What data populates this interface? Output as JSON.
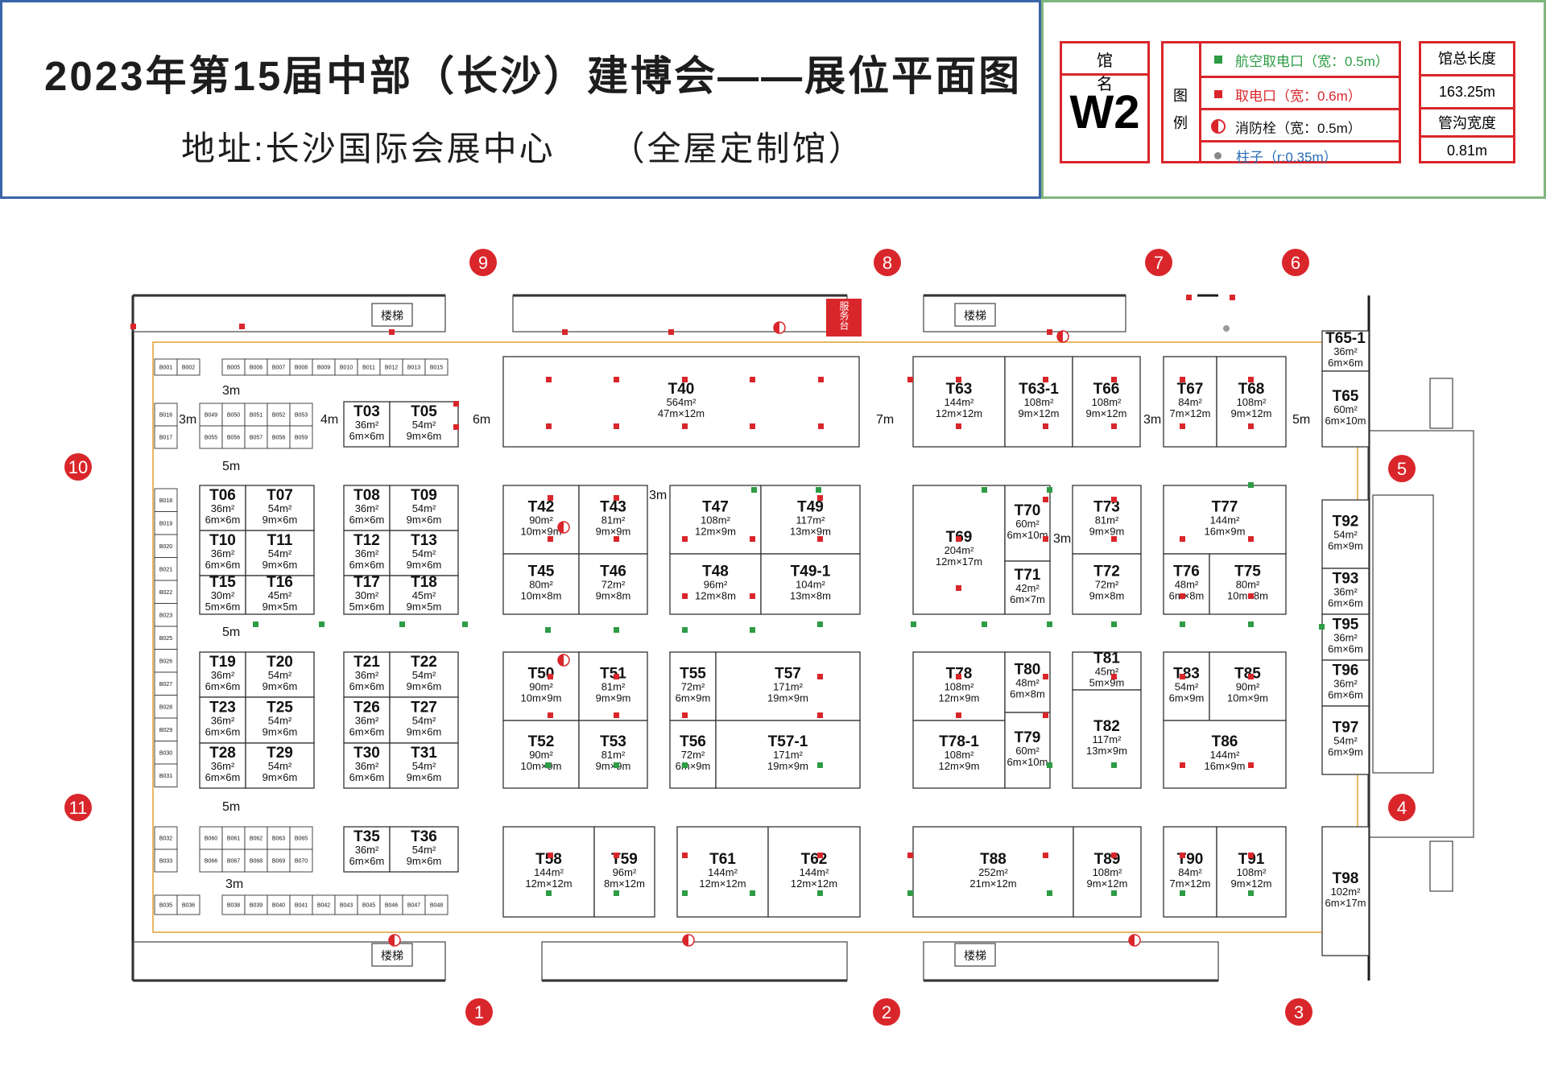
{
  "header": {
    "title": "2023年第15届中部（长沙）建博会——展位平面图",
    "subtitle": "地址:长沙国际会展中心　　（全屋定制馆）"
  },
  "hall": {
    "label": "馆名",
    "code": "W2"
  },
  "legend": {
    "title": "图例",
    "items": [
      {
        "label": "航空取电口（宽：0.5m）",
        "color": "#2e9b45",
        "text_color": "#2e9b45"
      },
      {
        "label": "取电口（宽：0.6m）",
        "color": "#d9262b",
        "text_color": "#d9262b"
      },
      {
        "label": "消防栓（宽：0.5m）",
        "color": "#d9262b",
        "text_color": "#111111"
      },
      {
        "label": "柱子（r:0.35m）",
        "color": "#888888",
        "text_color": "#2a6cb5"
      }
    ]
  },
  "stats": {
    "length_label": "馆总长度",
    "length_value": "163.25m",
    "trench_label": "管沟宽度",
    "trench_value": "0.81m"
  },
  "colors": {
    "accent_red": "#d9262b",
    "socket_green": "#2e9b45",
    "header_blue": "#3a64a8",
    "header_green": "#7fb67f",
    "aisle": "#e0a640"
  },
  "gates": [
    "1",
    "2",
    "3",
    "4",
    "5",
    "6",
    "7",
    "8",
    "9",
    "10",
    "11"
  ],
  "service_desk": "服务台",
  "stairs": "楼梯",
  "aisle_labels": [
    "3m",
    "3m",
    "4m",
    "6m",
    "7m",
    "3m",
    "5m",
    "5m",
    "5m",
    "5m",
    "3m",
    "3m",
    "3m"
  ],
  "booths": [
    {
      "code": "T40",
      "area": "564m²",
      "dim": "47m×12m"
    },
    {
      "code": "T03",
      "area": "36m²",
      "dim": "6m×6m"
    },
    {
      "code": "T05",
      "area": "54m²",
      "dim": "9m×6m"
    },
    {
      "code": "T63",
      "area": "144m²",
      "dim": "12m×12m"
    },
    {
      "code": "T63-1",
      "area": "108m²",
      "dim": "9m×12m"
    },
    {
      "code": "T66",
      "area": "108m²",
      "dim": "9m×12m"
    },
    {
      "code": "T67",
      "area": "84m²",
      "dim": "7m×12m"
    },
    {
      "code": "T68",
      "area": "108m²",
      "dim": "9m×12m"
    },
    {
      "code": "T65-1",
      "area": "36m²",
      "dim": "6m×6m"
    },
    {
      "code": "T65",
      "area": "60m²",
      "dim": "6m×10m"
    },
    {
      "code": "T06",
      "area": "36m²",
      "dim": "6m×6m"
    },
    {
      "code": "T07",
      "area": "54m²",
      "dim": "9m×6m"
    },
    {
      "code": "T10",
      "area": "36m²",
      "dim": "6m×6m"
    },
    {
      "code": "T11",
      "area": "54m²",
      "dim": "9m×6m"
    },
    {
      "code": "T15",
      "area": "30m²",
      "dim": "5m×6m"
    },
    {
      "code": "T16",
      "area": "45m²",
      "dim": "9m×5m"
    },
    {
      "code": "T08",
      "area": "36m²",
      "dim": "6m×6m"
    },
    {
      "code": "T09",
      "area": "54m²",
      "dim": "9m×6m"
    },
    {
      "code": "T12",
      "area": "36m²",
      "dim": "6m×6m"
    },
    {
      "code": "T13",
      "area": "54m²",
      "dim": "9m×6m"
    },
    {
      "code": "T17",
      "area": "30m²",
      "dim": "5m×6m"
    },
    {
      "code": "T18",
      "area": "45m²",
      "dim": "9m×5m"
    },
    {
      "code": "T42",
      "area": "90m²",
      "dim": "10m×9m"
    },
    {
      "code": "T43",
      "area": "81m²",
      "dim": "9m×9m"
    },
    {
      "code": "T45",
      "area": "80m²",
      "dim": "10m×8m"
    },
    {
      "code": "T46",
      "area": "72m²",
      "dim": "9m×8m"
    },
    {
      "code": "T47",
      "area": "108m²",
      "dim": "12m×9m"
    },
    {
      "code": "T49",
      "area": "117m²",
      "dim": "13m×9m"
    },
    {
      "code": "T48",
      "area": "96m²",
      "dim": "12m×8m"
    },
    {
      "code": "T49-1",
      "area": "104m²",
      "dim": "13m×8m"
    },
    {
      "code": "T69",
      "area": "204m²",
      "dim": "12m×17m"
    },
    {
      "code": "T70",
      "area": "60m²",
      "dim": "6m×10m"
    },
    {
      "code": "T71",
      "area": "42m²",
      "dim": "6m×7m"
    },
    {
      "code": "T73",
      "area": "81m²",
      "dim": "9m×9m"
    },
    {
      "code": "T72",
      "area": "72m²",
      "dim": "9m×8m"
    },
    {
      "code": "T77",
      "area": "144m²",
      "dim": "16m×9m"
    },
    {
      "code": "T76",
      "area": "48m²",
      "dim": "6m×8m"
    },
    {
      "code": "T75",
      "area": "80m²",
      "dim": "10m×8m"
    },
    {
      "code": "T92",
      "area": "54m²",
      "dim": "6m×9m"
    },
    {
      "code": "T93",
      "area": "36m²",
      "dim": "6m×6m"
    },
    {
      "code": "T95",
      "area": "36m²",
      "dim": "6m×6m"
    },
    {
      "code": "T96",
      "area": "36m²",
      "dim": "6m×6m"
    },
    {
      "code": "T97",
      "area": "54m²",
      "dim": "6m×9m"
    },
    {
      "code": "T19",
      "area": "36m²",
      "dim": "6m×6m"
    },
    {
      "code": "T20",
      "area": "54m²",
      "dim": "9m×6m"
    },
    {
      "code": "T23",
      "area": "36m²",
      "dim": "6m×6m"
    },
    {
      "code": "T25",
      "area": "54m²",
      "dim": "9m×6m"
    },
    {
      "code": "T28",
      "area": "36m²",
      "dim": "6m×6m"
    },
    {
      "code": "T29",
      "area": "54m²",
      "dim": "9m×6m"
    },
    {
      "code": "T21",
      "area": "36m²",
      "dim": "6m×6m"
    },
    {
      "code": "T22",
      "area": "54m²",
      "dim": "9m×6m"
    },
    {
      "code": "T26",
      "area": "36m²",
      "dim": "6m×6m"
    },
    {
      "code": "T27",
      "area": "54m²",
      "dim": "9m×6m"
    },
    {
      "code": "T30",
      "area": "36m²",
      "dim": "6m×6m"
    },
    {
      "code": "T31",
      "area": "54m²",
      "dim": "9m×6m"
    },
    {
      "code": "T50",
      "area": "90m²",
      "dim": "10m×9m"
    },
    {
      "code": "T51",
      "area": "81m²",
      "dim": "9m×9m"
    },
    {
      "code": "T52",
      "area": "90m²",
      "dim": "10m×9m"
    },
    {
      "code": "T53",
      "area": "81m²",
      "dim": "9m×9m"
    },
    {
      "code": "T55",
      "area": "72m²",
      "dim": "6m×9m"
    },
    {
      "code": "T57",
      "area": "171m²",
      "dim": "19m×9m"
    },
    {
      "code": "T56",
      "area": "72m²",
      "dim": "6m×9m"
    },
    {
      "code": "T57-1",
      "area": "171m²",
      "dim": "19m×9m"
    },
    {
      "code": "T78",
      "area": "108m²",
      "dim": "12m×9m"
    },
    {
      "code": "T80",
      "area": "48m²",
      "dim": "6m×8m"
    },
    {
      "code": "T78-1",
      "area": "108m²",
      "dim": "12m×9m"
    },
    {
      "code": "T79",
      "area": "60m²",
      "dim": "6m×10m"
    },
    {
      "code": "T81",
      "area": "45m²",
      "dim": "5m×9m"
    },
    {
      "code": "T82",
      "area": "117m²",
      "dim": "13m×9m"
    },
    {
      "code": "T83",
      "area": "54m²",
      "dim": "6m×9m"
    },
    {
      "code": "T85",
      "area": "90m²",
      "dim": "10m×9m"
    },
    {
      "code": "T86",
      "area": "144m²",
      "dim": "16m×9m"
    },
    {
      "code": "T35",
      "area": "36m²",
      "dim": "6m×6m"
    },
    {
      "code": "T36",
      "area": "54m²",
      "dim": "9m×6m"
    },
    {
      "code": "T58",
      "area": "144m²",
      "dim": "12m×12m"
    },
    {
      "code": "T59",
      "area": "96m²",
      "dim": "8m×12m"
    },
    {
      "code": "T61",
      "area": "144m²",
      "dim": "12m×12m"
    },
    {
      "code": "T62",
      "area": "144m²",
      "dim": "12m×12m"
    },
    {
      "code": "T88",
      "area": "252m²",
      "dim": "21m×12m"
    },
    {
      "code": "T89",
      "area": "108m²",
      "dim": "9m×12m"
    },
    {
      "code": "T90",
      "area": "84m²",
      "dim": "7m×12m"
    },
    {
      "code": "T91",
      "area": "108m²",
      "dim": "9m×12m"
    },
    {
      "code": "T98",
      "area": "102m²",
      "dim": "6m×17m"
    }
  ],
  "small_booths": [
    "B001",
    "B002",
    "B005",
    "B006",
    "B007",
    "B008",
    "B009",
    "B010",
    "B011",
    "B012",
    "B013",
    "B015",
    "B016",
    "B017",
    "B018",
    "B019",
    "B020",
    "B021",
    "B022",
    "B023",
    "B025",
    "B026",
    "B027",
    "B028",
    "B029",
    "B030",
    "B031",
    "B032",
    "B033",
    "B035",
    "B036",
    "B038",
    "B039",
    "B040",
    "B041",
    "B042",
    "B043",
    "B045",
    "B046",
    "B047",
    "B048",
    "B049",
    "B050",
    "B051",
    "B052",
    "B053",
    "B055",
    "B056",
    "B057",
    "B058",
    "B059",
    "B060",
    "B061",
    "B062",
    "B063",
    "B065",
    "B066",
    "B067",
    "B068",
    "B069",
    "B070"
  ]
}
